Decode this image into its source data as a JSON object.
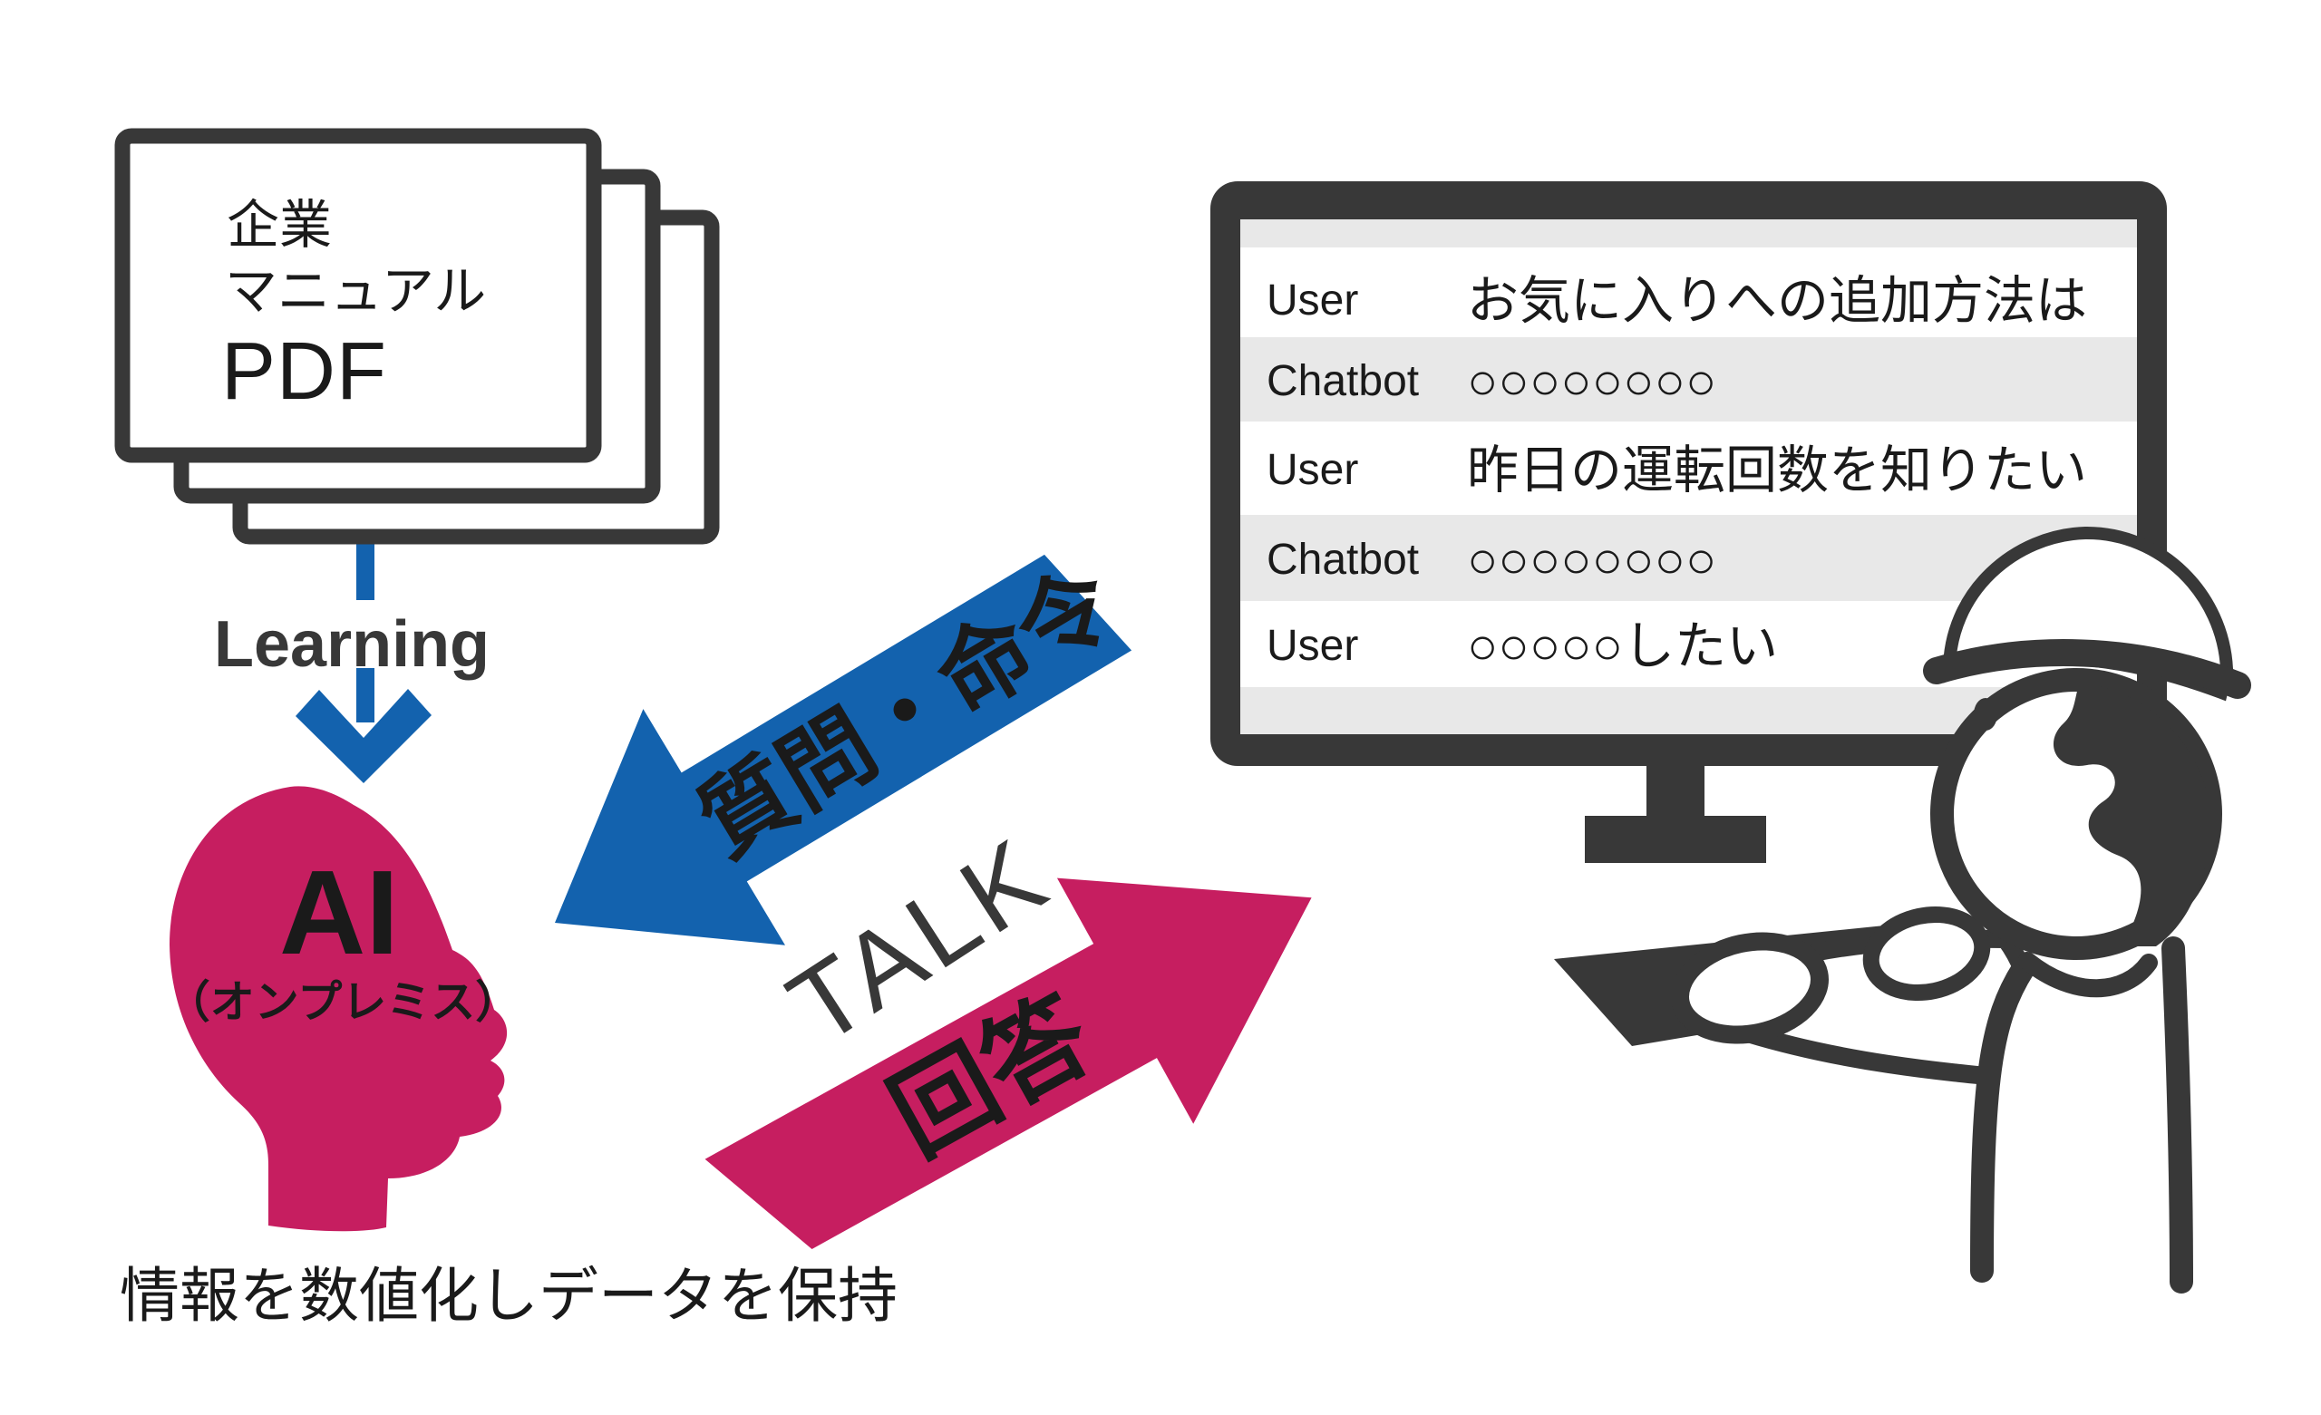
{
  "colors": {
    "ink": "#383838",
    "blue": "#1362AE",
    "magenta": "#C61E60",
    "row_grey": "#E8E8E8",
    "text": "#1A1A1A",
    "white": "#FFFFFF"
  },
  "document_stack": {
    "line1": "企業",
    "line2": "マニュアル",
    "line3": "PDF"
  },
  "learning_arrow": {
    "label": "Learning"
  },
  "ai_head": {
    "label": "AI",
    "sub_label": "（オンプレミス）",
    "caption": "情報を数値化しデータを保持"
  },
  "talk": {
    "label": "TALK"
  },
  "question_arrow": {
    "label": "質問・命令"
  },
  "answer_arrow": {
    "label": "回答"
  },
  "monitor": {
    "chat_rows": [
      {
        "speaker": "User",
        "message": "お気に入りへの追加方法は"
      },
      {
        "speaker": "Chatbot",
        "message": "○○○○○○○○"
      },
      {
        "speaker": "User",
        "message": "昨日の運転回数を知りたい"
      },
      {
        "speaker": "Chatbot",
        "message": "○○○○○○○○"
      },
      {
        "speaker": "User",
        "message": "○○○○○したい"
      }
    ]
  }
}
